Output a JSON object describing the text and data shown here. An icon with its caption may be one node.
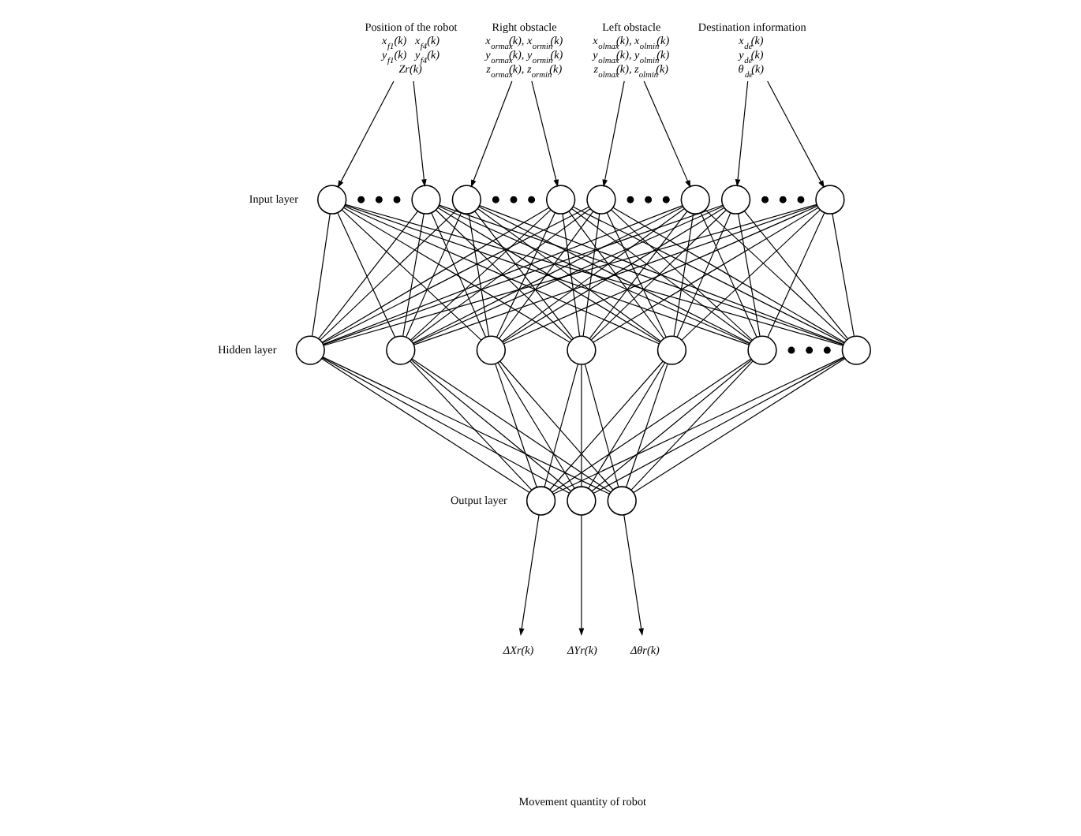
{
  "diagram": {
    "nodes": [
      {
        "text": [
          "Position of the robot",
          "x$_{f1}$(k)   x$_{f4}$(k)",
          "y$_{f1}$(k)   y$_{f4}$(k)",
          "Zr(k)"
        ]
      },
      {
        "text": [
          "Right obstacle",
          "x$_{ormax}$(k), x$_{ormin}$(k)",
          "y$_{ormax}$(k), y$_{ormin}$(k)",
          "z$_{ormax}$(k), z$_{ormin}$(k)"
        ]
      },
      {
        "text": [
          "Left obstacle",
          "x$_{olmax}$(k), x$_{olmin}$(k)",
          "y$_{olmax}$(k), y$_{olmin}$(k)",
          "z$_{olmax}$(k), z$_{olmin}$(k)"
        ]
      },
      {
        "text": [
          "Destination information",
          "x$_{de}$(k)",
          "y$_{de}$(k)",
          "θ$_{de}$(k)"
        ]
      },
      {
        "text": [],
        "shape": "circle"
      },
      {
        "text": [],
        "shape": "circle"
      },
      {
        "text": [],
        "shape": "circle"
      },
      {
        "text": [],
        "shape": "circle"
      },
      {
        "text": [],
        "shape": "circle"
      },
      {
        "text": [],
        "shape": "circle"
      },
      {
        "text": [],
        "shape": "circle"
      },
      {
        "text": [],
        "shape": "circle"
      },
      {
        "text": [],
        "shape": "circle"
      },
      {
        "text": [],
        "shape": "circle"
      },
      {
        "text": [],
        "shape": "circle"
      },
      {
        "text": [],
        "shape": "circle"
      },
      {
        "text": [],
        "shape": "circle"
      },
      {
        "text": [],
        "shape": "circle"
      },
      {
        "text": [],
        "shape": "circle"
      },
      {
        "text": [],
        "shape": "circle"
      },
      {
        "text": [],
        "shape": "circle"
      },
      {
        "text": [],
        "shape": "circle"
      },
      {
        "text": [
          "ΔXr(k)"
        ]
      },
      {
        "text": [
          "ΔYr(k)"
        ]
      },
      {
        "text": [
          "Δθr(k)"
        ]
      }
    ],
    "edges": [
      {
        "from": 0,
        "to": 4,
        "arrow": "to"
      },
      {
        "from": 0,
        "to": 5,
        "arrow": "to"
      },
      {
        "from": 1,
        "to": 6,
        "arrow": "to"
      },
      {
        "from": 1,
        "to": 7,
        "arrow": "to"
      },
      {
        "from": 2,
        "to": 8,
        "arrow": "to"
      },
      {
        "from": 2,
        "to": 9,
        "arrow": "to"
      },
      {
        "from": 3,
        "to": 10,
        "arrow": "to"
      },
      {
        "from": 3,
        "to": 11,
        "arrow": "to"
      },
      {
        "from": 4,
        "to": 12,
        "arrow": "none"
      },
      {
        "from": 4,
        "to": 13,
        "arrow": "none"
      },
      {
        "from": 4,
        "to": 14,
        "arrow": "none"
      },
      {
        "from": 4,
        "to": 15,
        "arrow": "none"
      },
      {
        "from": 4,
        "to": 16,
        "arrow": "none"
      },
      {
        "from": 4,
        "to": 17,
        "arrow": "none"
      },
      {
        "from": 4,
        "to": 18,
        "arrow": "none"
      },
      {
        "from": 5,
        "to": 12,
        "arrow": "none"
      },
      {
        "from": 5,
        "to": 13,
        "arrow": "none"
      },
      {
        "from": 5,
        "to": 14,
        "arrow": "none"
      },
      {
        "from": 5,
        "to": 15,
        "arrow": "none"
      },
      {
        "from": 5,
        "to": 16,
        "arrow": "none"
      },
      {
        "from": 5,
        "to": 17,
        "arrow": "none"
      },
      {
        "from": 5,
        "to": 18,
        "arrow": "none"
      },
      {
        "from": 6,
        "to": 12,
        "arrow": "none"
      },
      {
        "from": 6,
        "to": 13,
        "arrow": "none"
      },
      {
        "from": 6,
        "to": 14,
        "arrow": "none"
      },
      {
        "from": 6,
        "to": 15,
        "arrow": "none"
      },
      {
        "from": 6,
        "to": 16,
        "arrow": "none"
      },
      {
        "from": 6,
        "to": 17,
        "arrow": "none"
      },
      {
        "from": 6,
        "to": 18,
        "arrow": "none"
      },
      {
        "from": 7,
        "to": 12,
        "arrow": "none"
      },
      {
        "from": 7,
        "to": 13,
        "arrow": "none"
      },
      {
        "from": 7,
        "to": 14,
        "arrow": "none"
      },
      {
        "from": 7,
        "to": 15,
        "arrow": "none"
      },
      {
        "from": 7,
        "to": 16,
        "arrow": "none"
      },
      {
        "from": 7,
        "to": 17,
        "arrow": "none"
      },
      {
        "from": 7,
        "to": 18,
        "arrow": "none"
      },
      {
        "from": 8,
        "to": 12,
        "arrow": "none"
      },
      {
        "from": 8,
        "to": 13,
        "arrow": "none"
      },
      {
        "from": 8,
        "to": 14,
        "arrow": "none"
      },
      {
        "from": 8,
        "to": 15,
        "arrow": "none"
      },
      {
        "from": 8,
        "to": 16,
        "arrow": "none"
      },
      {
        "from": 8,
        "to": 17,
        "arrow": "none"
      },
      {
        "from": 8,
        "to": 18,
        "arrow": "none"
      },
      {
        "from": 9,
        "to": 12,
        "arrow": "none"
      },
      {
        "from": 9,
        "to": 13,
        "arrow": "none"
      },
      {
        "from": 9,
        "to": 14,
        "arrow": "none"
      },
      {
        "from": 9,
        "to": 15,
        "arrow": "none"
      },
      {
        "from": 9,
        "to": 16,
        "arrow": "none"
      },
      {
        "from": 9,
        "to": 17,
        "arrow": "none"
      },
      {
        "from": 9,
        "to": 18,
        "arrow": "none"
      },
      {
        "from": 10,
        "to": 12,
        "arrow": "none"
      },
      {
        "from": 10,
        "to": 13,
        "arrow": "none"
      },
      {
        "from": 10,
        "to": 14,
        "arrow": "none"
      },
      {
        "from": 10,
        "to": 15,
        "arrow": "none"
      },
      {
        "from": 10,
        "to": 16,
        "arrow": "none"
      },
      {
        "from": 10,
        "to": 17,
        "arrow": "none"
      },
      {
        "from": 10,
        "to": 18,
        "arrow": "none"
      },
      {
        "from": 11,
        "to": 12,
        "arrow": "none"
      },
      {
        "from": 11,
        "to": 13,
        "arrow": "none"
      },
      {
        "from": 11,
        "to": 14,
        "arrow": "none"
      },
      {
        "from": 11,
        "to": 15,
        "arrow": "none"
      },
      {
        "from": 11,
        "to": 16,
        "arrow": "none"
      },
      {
        "from": 11,
        "to": 17,
        "arrow": "none"
      },
      {
        "from": 11,
        "to": 18,
        "arrow": "none"
      },
      {
        "from": 12,
        "to": 19,
        "arrow": "none"
      },
      {
        "from": 12,
        "to": 20,
        "arrow": "none"
      },
      {
        "from": 12,
        "to": 21,
        "arrow": "none"
      },
      {
        "from": 13,
        "to": 19,
        "arrow": "none"
      },
      {
        "from": 13,
        "to": 20,
        "arrow": "none"
      },
      {
        "from": 13,
        "to": 21,
        "arrow": "none"
      },
      {
        "from": 14,
        "to": 19,
        "arrow": "none"
      },
      {
        "from": 14,
        "to": 20,
        "arrow": "none"
      },
      {
        "from": 14,
        "to": 21,
        "arrow": "none"
      },
      {
        "from": 15,
        "to": 19,
        "arrow": "none"
      },
      {
        "from": 15,
        "to": 20,
        "arrow": "none"
      },
      {
        "from": 15,
        "to": 21,
        "arrow": "none"
      },
      {
        "from": 16,
        "to": 19,
        "arrow": "none"
      },
      {
        "from": 16,
        "to": 20,
        "arrow": "none"
      },
      {
        "from": 16,
        "to": 21,
        "arrow": "none"
      },
      {
        "from": 17,
        "to": 19,
        "arrow": "none"
      },
      {
        "from": 17,
        "to": 20,
        "arrow": "none"
      },
      {
        "from": 17,
        "to": 21,
        "arrow": "none"
      },
      {
        "from": 18,
        "to": 19,
        "arrow": "none"
      },
      {
        "from": 18,
        "to": 20,
        "arrow": "none"
      },
      {
        "from": 18,
        "to": 21,
        "arrow": "none"
      },
      {
        "from": 19,
        "to": 22,
        "arrow": "to"
      },
      {
        "from": 20,
        "to": 23,
        "arrow": "to"
      },
      {
        "from": 21,
        "to": 24,
        "arrow": "to"
      }
    ],
    "labels": [
      "Input layer",
      "Hidden layer",
      "Output layer",
      "Movement quantity of robot"
    ]
  }
}
